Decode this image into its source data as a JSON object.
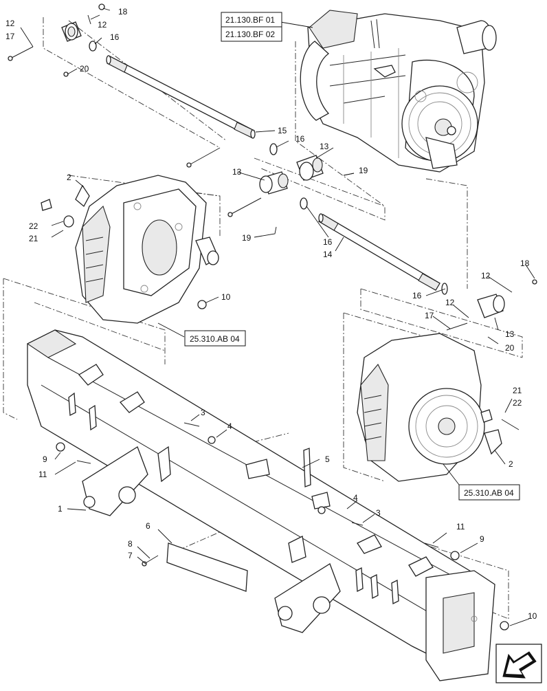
{
  "callouts": {
    "c1": "1",
    "c2a": "2",
    "c2b": "2",
    "c3a": "3",
    "c3b": "3",
    "c4a": "4",
    "c4b": "4",
    "c5": "5",
    "c6": "6",
    "c7": "7",
    "c8": "8",
    "c9a": "9",
    "c9b": "9",
    "c10a": "10",
    "c10b": "10",
    "c11a": "11",
    "c11b": "11",
    "c12a": "12",
    "c12b": "12",
    "c12c": "12",
    "c12d": "12",
    "c13a": "13",
    "c13b": "13",
    "c13c": "13",
    "c14": "14",
    "c15": "15",
    "c16a": "16",
    "c16b": "16",
    "c16c": "16",
    "c16d": "16",
    "c17a": "17",
    "c17b": "17",
    "c18a": "18",
    "c18b": "18",
    "c19a": "19",
    "c19b": "19",
    "c20a": "20",
    "c20b": "20",
    "c21a": "21",
    "c21b": "21",
    "c22a": "22",
    "c22b": "22"
  },
  "references": {
    "transmission_ref_1": "21.130.BF 01",
    "transmission_ref_2": "21.130.BF 02",
    "final_drive_ref_left": "25.310.AB 04",
    "final_drive_ref_right": "25.310.AB 04"
  },
  "icons": {
    "corner": "direction-arrow-icon"
  }
}
